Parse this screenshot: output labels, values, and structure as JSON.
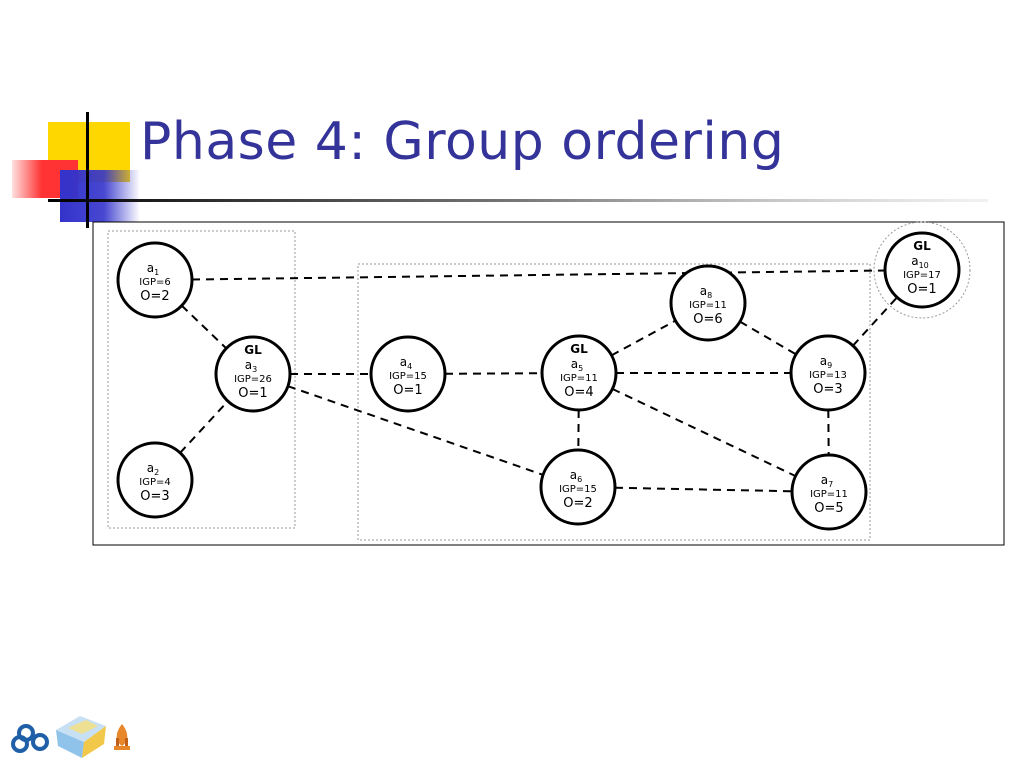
{
  "slide": {
    "title": "Phase 4: Group ordering",
    "title_color": "#333399"
  },
  "decoration": {
    "colors": {
      "yellow": "#FFD700",
      "red": "#FF3333",
      "blue": "#3333CC",
      "line": "#000000"
    }
  },
  "diagram": {
    "edge_style": "dashed",
    "group_border_style": "dotted",
    "nodes": [
      {
        "id": "a1",
        "gl": "",
        "name": "a",
        "sub": "1",
        "igp": "IGP=6",
        "order": "O=2"
      },
      {
        "id": "a2",
        "gl": "",
        "name": "a",
        "sub": "2",
        "igp": "IGP=4",
        "order": "O=3"
      },
      {
        "id": "a3",
        "gl": "GL",
        "name": "a",
        "sub": "3",
        "igp": "IGP=26",
        "order": "O=1"
      },
      {
        "id": "a4",
        "gl": "",
        "name": "a",
        "sub": "4",
        "igp": "IGP=15",
        "order": "O=1"
      },
      {
        "id": "a5",
        "gl": "GL",
        "name": "a",
        "sub": "5",
        "igp": "IGP=11",
        "order": "O=4"
      },
      {
        "id": "a6",
        "gl": "",
        "name": "a",
        "sub": "6",
        "igp": "IGP=15",
        "order": "O=2"
      },
      {
        "id": "a7",
        "gl": "",
        "name": "a",
        "sub": "7",
        "igp": "IGP=11",
        "order": "O=5"
      },
      {
        "id": "a8",
        "gl": "",
        "name": "a",
        "sub": "8",
        "igp": "IGP=11",
        "order": "O=6"
      },
      {
        "id": "a9",
        "gl": "",
        "name": "a",
        "sub": "9",
        "igp": "IGP=13",
        "order": "O=3"
      },
      {
        "id": "a10",
        "gl": "GL",
        "name": "a",
        "sub": "10",
        "igp": "IGP=17",
        "order": "O=1"
      }
    ],
    "edges": [
      [
        "a1",
        "a10"
      ],
      [
        "a1",
        "a3"
      ],
      [
        "a2",
        "a3"
      ],
      [
        "a3",
        "a4"
      ],
      [
        "a3",
        "a6"
      ],
      [
        "a4",
        "a5"
      ],
      [
        "a5",
        "a8"
      ],
      [
        "a5",
        "a9"
      ],
      [
        "a5",
        "a6"
      ],
      [
        "a5",
        "a7"
      ],
      [
        "a8",
        "a9"
      ],
      [
        "a9",
        "a7"
      ],
      [
        "a6",
        "a7"
      ],
      [
        "a9",
        "a10"
      ]
    ]
  },
  "footer": {
    "logos": [
      "cluster-logo-icon",
      "cube-logo-icon",
      "flame-logo-icon"
    ]
  }
}
